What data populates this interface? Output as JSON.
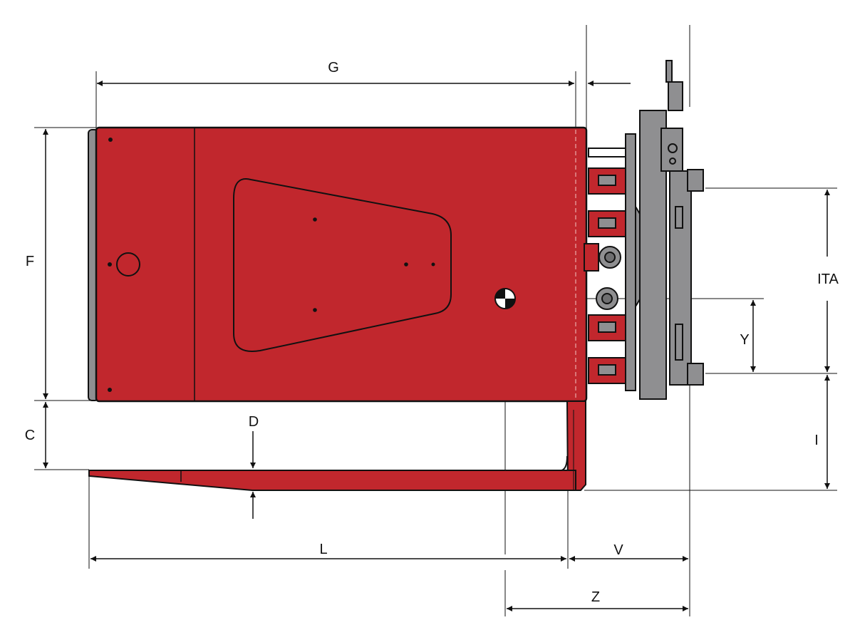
{
  "diagram": {
    "type": "technical-dimension-drawing",
    "subject": "forklift attachment side view",
    "colors": {
      "body_red": "#c1272d",
      "frame_gray": "#8f8f91",
      "outline": "#111111",
      "background": "#ffffff"
    },
    "dimensions": {
      "G": "G",
      "F": "F",
      "C": "C",
      "D": "D",
      "L": "L",
      "V": "V",
      "Z": "Z",
      "Y": "Y",
      "ITA": "ITA",
      "I": "I"
    },
    "symbols": {
      "center_of_gravity": "center-of-gravity-icon"
    }
  }
}
